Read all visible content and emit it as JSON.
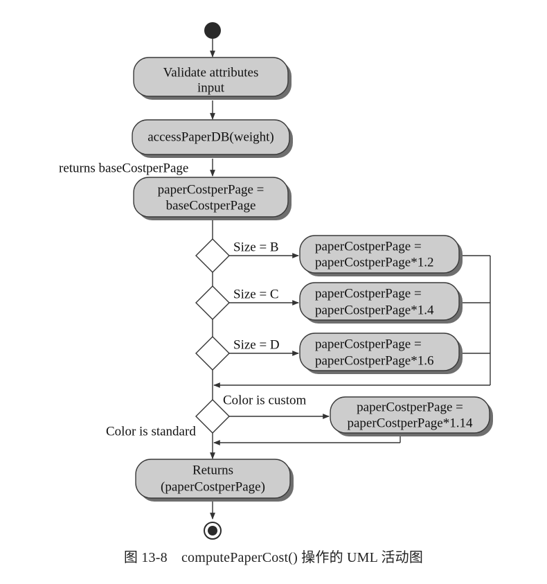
{
  "activities": {
    "validate": [
      "Validate attributes",
      "input"
    ],
    "access": [
      "accessPaperDB(weight)"
    ],
    "assign": [
      "paperCostperPage =",
      "baseCostperPage"
    ],
    "size_b": [
      "paperCostperPage =",
      "paperCostperPage*1.2"
    ],
    "size_c": [
      "paperCostperPage =",
      "paperCostperPage*1.4"
    ],
    "size_d": [
      "paperCostperPage =",
      "paperCostperPage*1.6"
    ],
    "color": [
      "paperCostperPage =",
      "paperCostperPage*1.14"
    ],
    "returns": [
      "Returns",
      "(paperCostperPage)"
    ]
  },
  "labels": {
    "returns_base": "returns baseCostperPage",
    "size_b": "Size = B",
    "size_c": "Size = C",
    "size_d": "Size = D",
    "color_custom": "Color is custom",
    "color_standard": "Color is standard"
  },
  "caption": "图 13-8　computePaperCost() 操作的 UML 活动图",
  "colors": {
    "activity_fill": "#cdcdcd",
    "activity_stroke": "#3a3a3a",
    "shadow": "#6e6e6e",
    "line": "#333333",
    "node": "#2a2a2a"
  }
}
